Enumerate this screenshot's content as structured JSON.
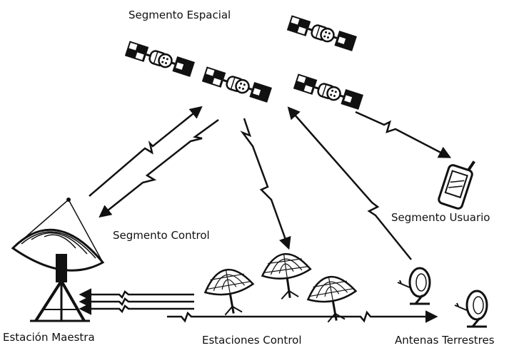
{
  "labels": {
    "space_segment": "Segmento Espacial",
    "control_segment": "Segmento Control",
    "user_segment": "Segmento Usuario",
    "master_station": "Estación Maestra",
    "control_stations": "Estaciones Control",
    "ground_antennas": "Antenas Terrestres"
  },
  "colors": {
    "ink": "#111111",
    "background": "#ffffff"
  },
  "icons": [
    "satellite-icon",
    "satellite-dish-icon",
    "small-dish-antenna-icon",
    "mobile-receiver-icon",
    "arrow-icon"
  ]
}
